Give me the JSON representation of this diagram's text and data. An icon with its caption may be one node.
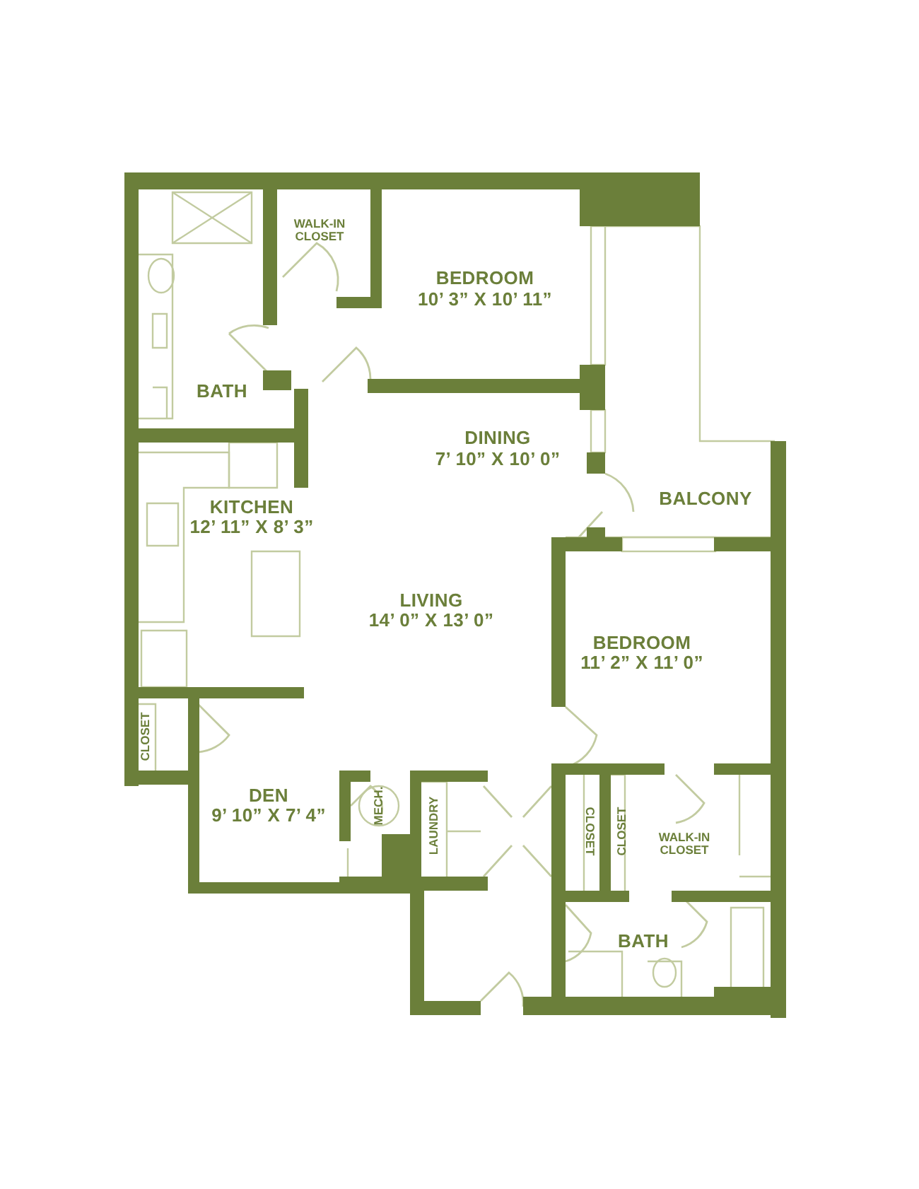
{
  "diagram": {
    "labels": [
      "WALK-IN CLOSET",
      "BEDROOM",
      "10’ 3” X 10’ 11”",
      "BATH",
      "DINING",
      "7’ 10” X 10’ 0”",
      "KITCHEN",
      "12’ 11” X 8’ 3”",
      "BALCONY",
      "LIVING",
      "14’ 0” X 13’ 0”",
      "BEDROOM",
      "11’ 2” X 11’ 0”",
      "CLOSET",
      "DEN",
      "9’ 10” X 7’ 4”",
      "MECH.",
      "LAUNDRY",
      "CLOSET",
      "CLOSET",
      "WALK-IN CLOSET",
      "BATH"
    ]
  }
}
